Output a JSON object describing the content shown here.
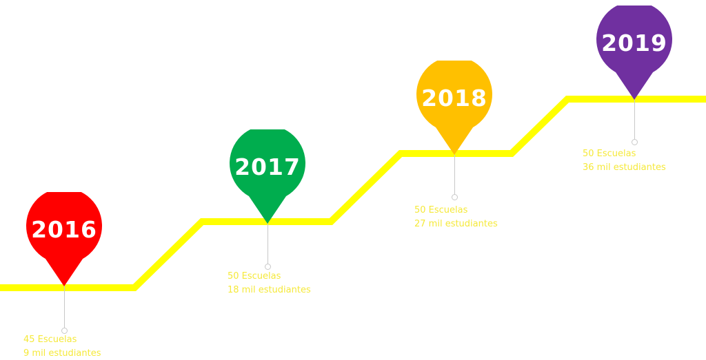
{
  "colors": {
    "path": "#ffff00",
    "caption": "#f5e93a",
    "stem": "#c8c8c8"
  },
  "milestones": [
    {
      "year": "2016",
      "color": "#ff0000",
      "schools": "45 Escuelas",
      "students": "9 mil estudiantes"
    },
    {
      "year": "2017",
      "color": "#00ad4e",
      "schools": "50 Escuelas",
      "students": "18 mil estudiantes"
    },
    {
      "year": "2018",
      "color": "#ffc000",
      "schools": "50 Escuelas",
      "students": "27 mil estudiantes"
    },
    {
      "year": "2019",
      "color": "#7030a0",
      "schools": "50 Escuelas",
      "students": "36 mil estudiantes"
    }
  ]
}
